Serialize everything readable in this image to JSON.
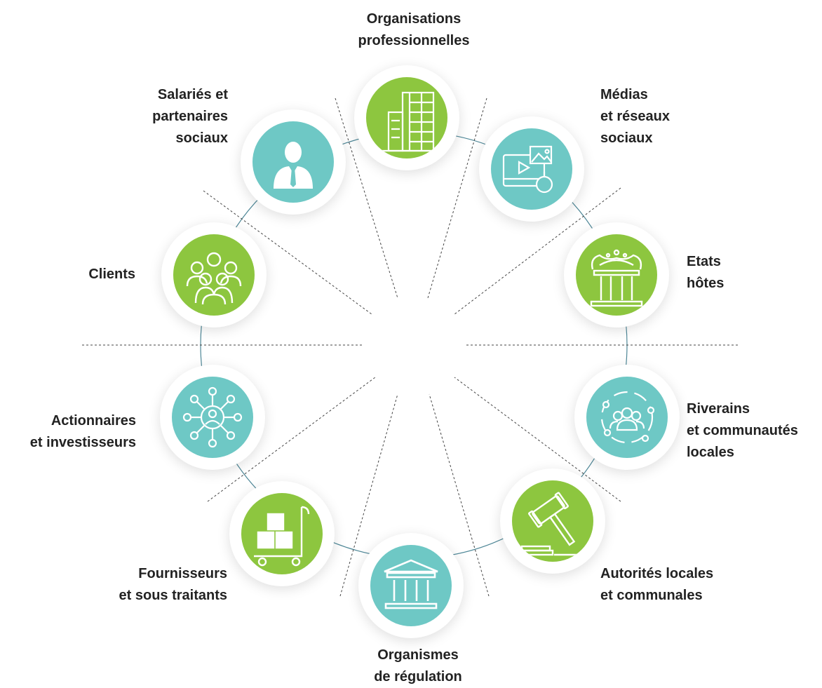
{
  "colors": {
    "green": "#8dc63f",
    "teal": "#6ec8c5",
    "ring": "#4e8797",
    "dash": "#444444"
  },
  "nodes": [
    {
      "id": "organisations",
      "icon": "buildings-icon",
      "color": "green",
      "label": [
        "Organisations",
        "professionnelles"
      ]
    },
    {
      "id": "medias",
      "icon": "media-icon",
      "color": "teal",
      "label": [
        "Médias",
        "et réseaux",
        "sociaux"
      ]
    },
    {
      "id": "etats",
      "icon": "government-crown-icon",
      "color": "green",
      "label": [
        "Etats",
        "hôtes"
      ]
    },
    {
      "id": "riverains",
      "icon": "community-icon",
      "color": "teal",
      "label": [
        "Riverains",
        "et communautés",
        "locales"
      ]
    },
    {
      "id": "autorites",
      "icon": "gavel-icon",
      "color": "green",
      "label": [
        "Autorités locales",
        "et communales"
      ]
    },
    {
      "id": "organismes",
      "icon": "institution-icon",
      "color": "teal",
      "label": [
        "Organismes",
        "de régulation"
      ]
    },
    {
      "id": "fournisseurs",
      "icon": "boxes-trolley-icon",
      "color": "green",
      "label": [
        "Fournisseurs",
        "et sous traitants"
      ]
    },
    {
      "id": "actionnaires",
      "icon": "network-icon",
      "color": "teal",
      "label": [
        "Actionnaires",
        "et investisseurs"
      ]
    },
    {
      "id": "clients",
      "icon": "group-icon",
      "color": "green",
      "label": [
        "Clients"
      ]
    },
    {
      "id": "salaries",
      "icon": "employee-icon",
      "color": "teal",
      "label": [
        "Salariés et",
        "partenaires",
        "sociaux"
      ]
    }
  ]
}
